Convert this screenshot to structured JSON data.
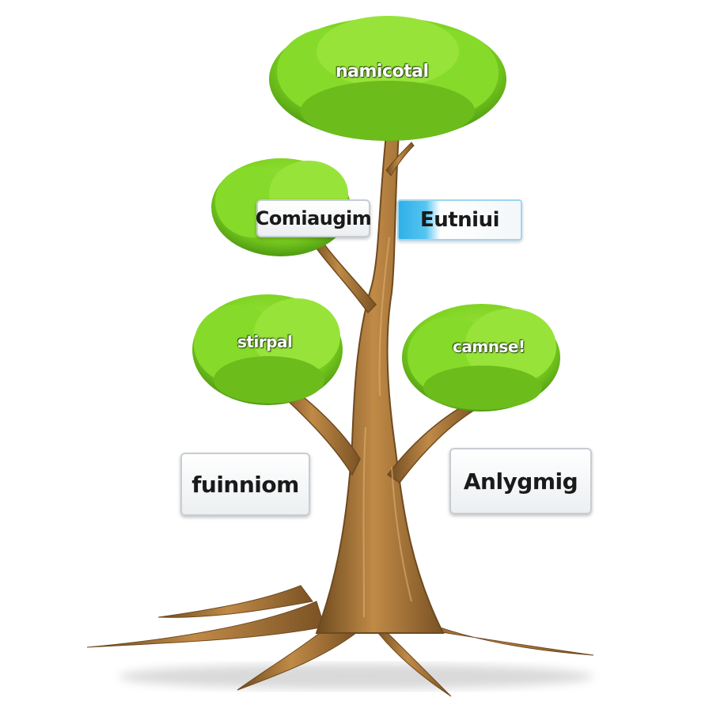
{
  "canopy_labels": {
    "top": "namicotal",
    "mid_left": "stirpal",
    "mid_right": "camnse!"
  },
  "cards": {
    "upper_left": "Comiaugim",
    "upper_right": "Eutniui",
    "lower_left": "fuinniom",
    "lower_right": "Anlygmig"
  },
  "colors": {
    "foliage": "#7ed321",
    "foliage_dark": "#4f9a12",
    "trunk": "#a8743a",
    "trunk_dark": "#6e4a1f",
    "accent_blue": "#2fb0e8"
  }
}
